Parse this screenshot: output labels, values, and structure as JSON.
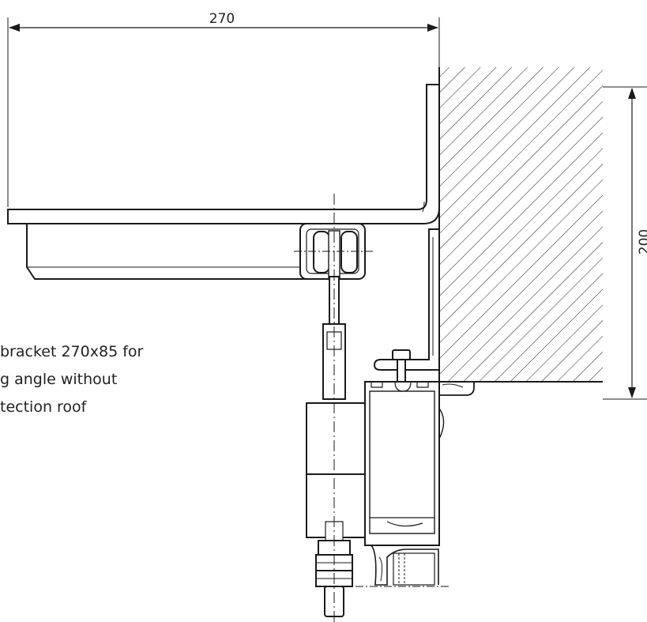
{
  "dimensions": {
    "width": "270",
    "height": "200"
  },
  "caption": {
    "line1": "bracket 270x85 for",
    "line2": "g angle without",
    "line3": "tection roof"
  },
  "colors": {
    "line": "#1a1a1a",
    "text": "#222222",
    "background": "#ffffff"
  }
}
